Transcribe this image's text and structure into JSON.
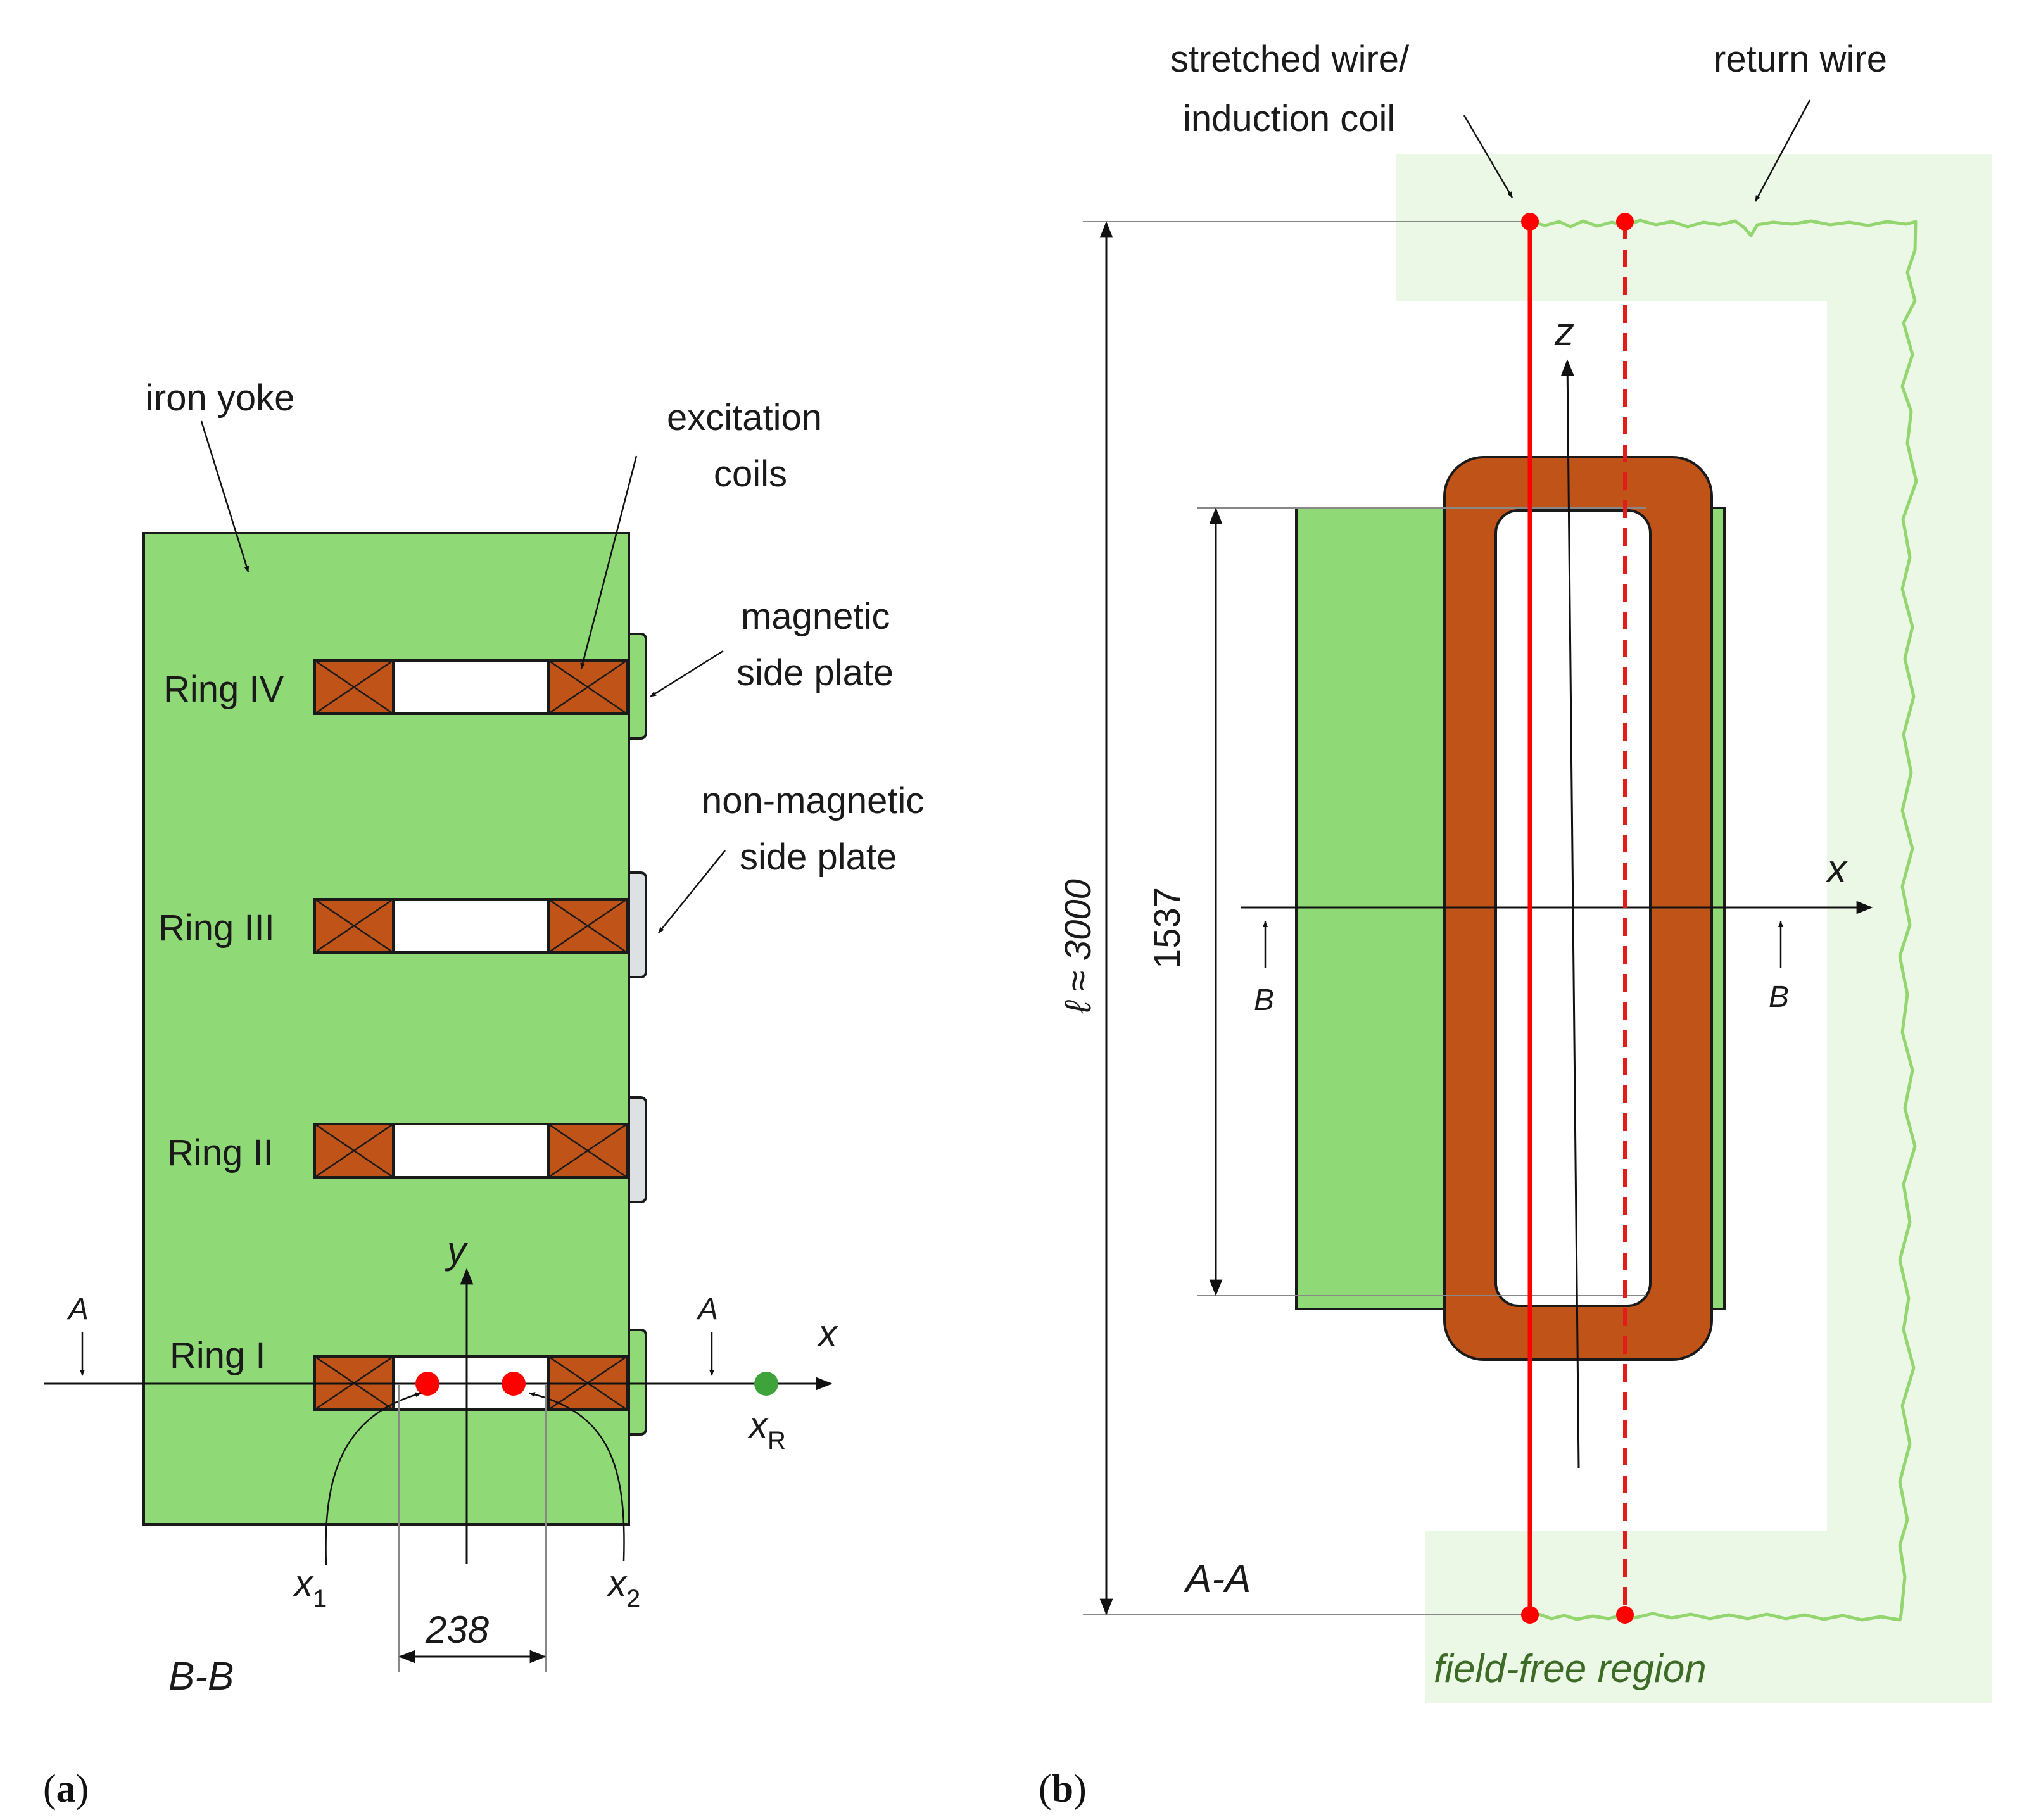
{
  "colors": {
    "iron": "#8fd977",
    "coil": "#bf5318",
    "field_free": "#ecf8e6",
    "field_free_border": "#93d56e",
    "wire": "#ff0000",
    "reference_point": "#3da33a",
    "non_magnetic_plate": "#dde1e4",
    "field_free_text": "#3d6b27"
  },
  "panel_a": {
    "iron_yoke": "iron yoke",
    "excitation_coils_1": "excitation",
    "excitation_coils_2": "coils",
    "magnetic_plate_1": "magnetic",
    "magnetic_plate_2": "side plate",
    "nonmagnetic_plate_1": "non-magnetic",
    "nonmagnetic_plate_2": "side plate",
    "rings": [
      "Ring IV",
      "Ring III",
      "Ring II",
      "Ring I"
    ],
    "axis_x": "x",
    "axis_y": "y",
    "section_marker_left": "A",
    "section_marker_right": "A",
    "x1": "x",
    "x1_sub": "1",
    "x2": "x",
    "x2_sub": "2",
    "xR": "x",
    "xR_sub": "R",
    "dimension": "238",
    "section": "B-B",
    "panel_label": "a"
  },
  "panel_b": {
    "stretched_wire_1": "stretched wire/",
    "stretched_wire_2": "induction coil",
    "return_wire": "return wire",
    "axis_z": "z",
    "axis_x": "x",
    "length": "ℓ ≈ 3000",
    "magnet_length": "1537",
    "section_marker_left": "B",
    "section_marker_right": "B",
    "section": "A-A",
    "field_free": "field-free region",
    "panel_label": "b"
  }
}
